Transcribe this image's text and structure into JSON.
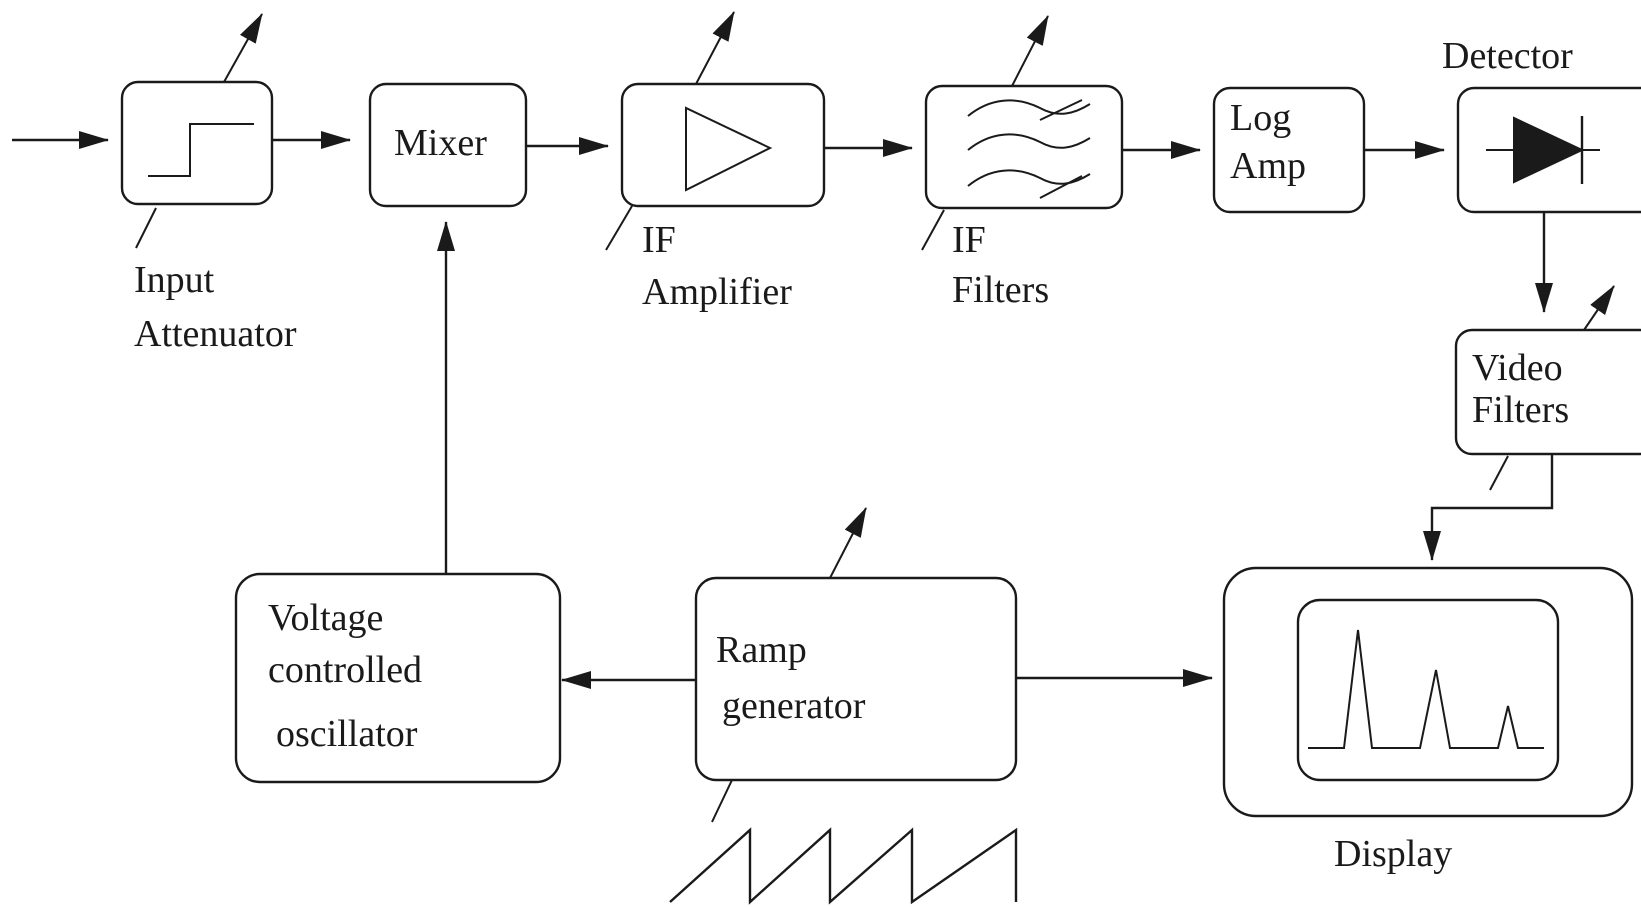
{
  "diagram": {
    "blocks": {
      "input_attenuator": {
        "label_line1": "Input",
        "label_line2": "Attenuator"
      },
      "mixer": {
        "label": "Mixer"
      },
      "if_amplifier": {
        "label_line1": "IF",
        "label_line2": "Amplifier"
      },
      "if_filters": {
        "label_line1": "IF",
        "label_line2": "Filters"
      },
      "log_amp": {
        "label_line1": "Log",
        "label_line2": "Amp"
      },
      "detector": {
        "label": "Detector"
      },
      "video_filters": {
        "label_line1": "Video",
        "label_line2": "Filters"
      },
      "vco": {
        "label_line1": "Voltage",
        "label_line2": "controlled",
        "label_line3": "oscillator"
      },
      "ramp_generator": {
        "label_line1": "Ramp",
        "label_line2": "generator"
      },
      "display": {
        "label": "Display"
      }
    },
    "colors": {
      "ink": "#1a1a1a",
      "background": "#ffffff"
    }
  }
}
